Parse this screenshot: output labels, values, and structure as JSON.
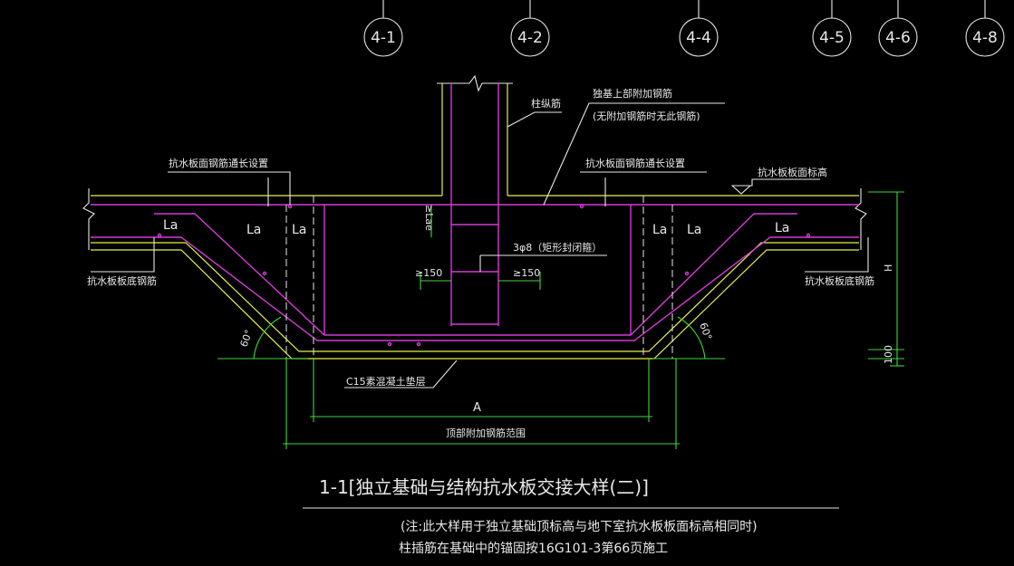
{
  "axes": [
    "4-1",
    "4-2",
    "4-4",
    "4-5",
    "4-6",
    "4-8"
  ],
  "labels": {
    "top_rebar_through": "抗水板面钢筋通长设置",
    "top_rebar_through_right": "抗水板面钢筋通长设置",
    "column_rebar": "柱纵筋",
    "additional_rebar": "独基上部附加钢筋",
    "additional_rebar_note": "(无附加钢筋时无此钢筋)",
    "slab_top_level": "抗水板板面标高",
    "bottom_rebar_left": "抗水板板底钢筋",
    "bottom_rebar_right": "抗水板板底钢筋",
    "la": "La",
    "lae": "≥Lae",
    "stirrup": "3φ8（矩形封闭箍）",
    "min150_left": "≥150",
    "min150_right": "≥150",
    "angle_left": "60°",
    "angle_right": "60°",
    "cushion": "C15素混凝土垫层",
    "dim_a": "A",
    "dim_h": "H",
    "dim_100": "100",
    "top_range": "顶部附加钢筋范围"
  },
  "title": "1-1[独立基础与结构抗水板交接大样(二)]",
  "notes": {
    "line1": "(注:此大样用于独立基础顶标高与地下室抗水板板面标高相同时)",
    "line2": "柱插筋在基础中的锚固按16G101-3第66页施工"
  }
}
